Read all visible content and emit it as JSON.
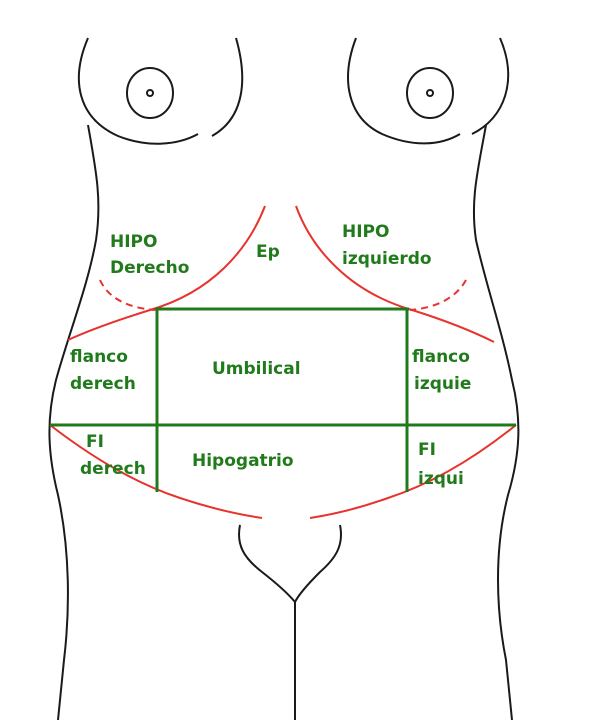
{
  "colors": {
    "background": "#ffffff",
    "outline": "#1a1a1a",
    "region_red": "#e8322e",
    "region_green": "#217a1c",
    "label_green": "#217a1c"
  },
  "labels": {
    "hipo_derecho": [
      "HIPO",
      "Derecho"
    ],
    "epigastrio": "Ep",
    "hipo_izquierdo": [
      "HIPO",
      "izquierdo"
    ],
    "flanco_derecho": [
      "flanco",
      "derech"
    ],
    "umbilical": "Umbilical",
    "flanco_izquierdo": [
      "flanco",
      "izquie"
    ],
    "fi_derecho": [
      "FI",
      "derech"
    ],
    "hipogastrio": "Hipogatrio",
    "fi_izquierdo": [
      "FI",
      "izqui"
    ]
  }
}
